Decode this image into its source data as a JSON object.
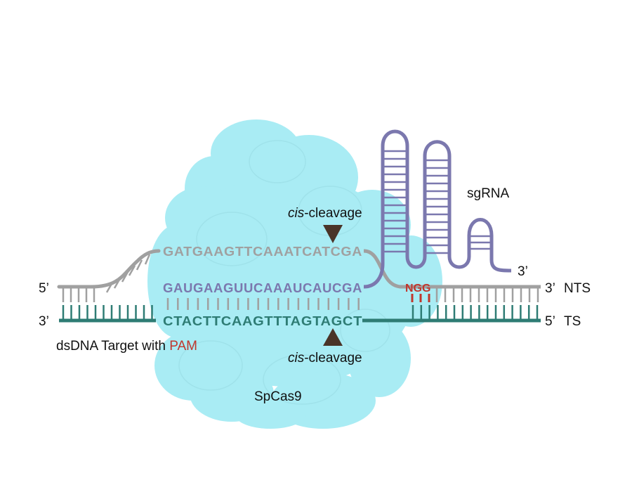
{
  "diagram": {
    "protein_label": "SpCas9",
    "guide_label": "sgRNA",
    "guide_3prime": "3’",
    "nts_sequence": "GATGAAGTTCAAATCATCGA",
    "guide_sequence": "GAUGAAGUUCAAAUCAUCGA",
    "ts_sequence": "CTACTTCAAGTTTAGTAGCT",
    "pam": "NGG",
    "cleavage_italic": "cis",
    "cleavage_rest": "-cleavage",
    "left_top_end": "5’",
    "left_bottom_end": "3’",
    "right_top_end": "3’",
    "right_bottom_end": "5’",
    "nts_label": "NTS",
    "ts_label": "TS",
    "target_caption": "dsDNA Target with ",
    "target_caption_pam": "PAM"
  },
  "colors": {
    "protein": "#a9ecf4",
    "nts": "#a0a0a0",
    "ts": "#2e7c74",
    "guide": "#7b78ae",
    "pam": "#c0362c",
    "ts_label": "#2a7fc1",
    "arrow": "#4a3428"
  }
}
